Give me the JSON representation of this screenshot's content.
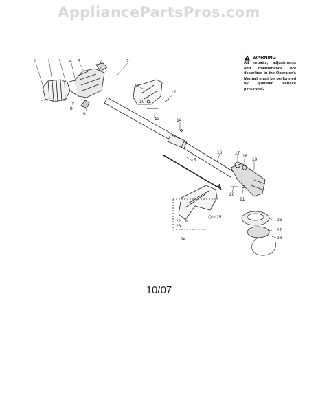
{
  "watermark": "AppliancePartsPros.com",
  "warning": {
    "title": "WARNING",
    "text": "All repairs, adjustments and maintenance not described in the Operator's Manual must be performed by qualified service personnel."
  },
  "date_code": "10/07",
  "callouts": [
    "1",
    "2",
    "3",
    "4",
    "5",
    "6",
    "7",
    "8",
    "9",
    "10",
    "11",
    "12",
    "13",
    "14",
    "15",
    "16",
    "17",
    "18",
    "19",
    "20",
    "21",
    "22",
    "23",
    "24",
    "25",
    "26",
    "27",
    "28"
  ]
}
